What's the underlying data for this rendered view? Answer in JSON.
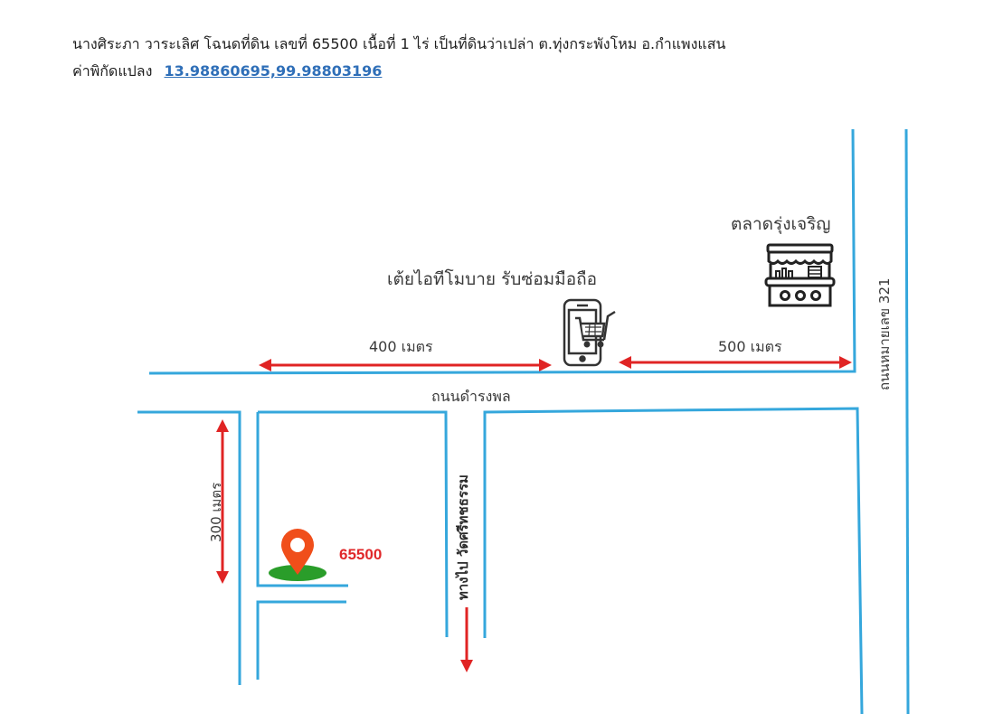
{
  "header": {
    "description": "นางศิระภา วาระเลิศ  โฉนดที่ดิน เลขที่ 65500  เนื้อที่ 1 ไร่ เป็นที่ดินว่าเปล่า ต.ทุ่งกระพังโหม อ.กำแพงแสน",
    "coords_label": "ค่าพิกัดแปลง",
    "coords_link": "13.98860695,99.98803196"
  },
  "map": {
    "colors": {
      "road": "#35a7dc",
      "arrow": "#e02424",
      "pin": "#f04e1a",
      "pin_base": "#2a9d2a",
      "label": "#3a3a3a"
    },
    "landmarks": {
      "market": {
        "label": "ตลาดรุ่งเจริญ",
        "icon": "market-stall-icon"
      },
      "phone_shop": {
        "label": "เต้ยไอทีโมบาย รับซ่อมมือถือ",
        "icon": "phone-cart-icon"
      }
    },
    "roads": {
      "main_road": "ถนนดำรงพล",
      "highway": "ถนนหมายเลข 321",
      "side_road": "ทางไป วัดศรีทชธรรม"
    },
    "distances": {
      "left_segment": "400 เมตร",
      "right_segment": "500 เมตร",
      "vertical_segment": "300 เมตร"
    },
    "parcel": {
      "number": "65500",
      "icon": "location-pin-icon"
    }
  }
}
